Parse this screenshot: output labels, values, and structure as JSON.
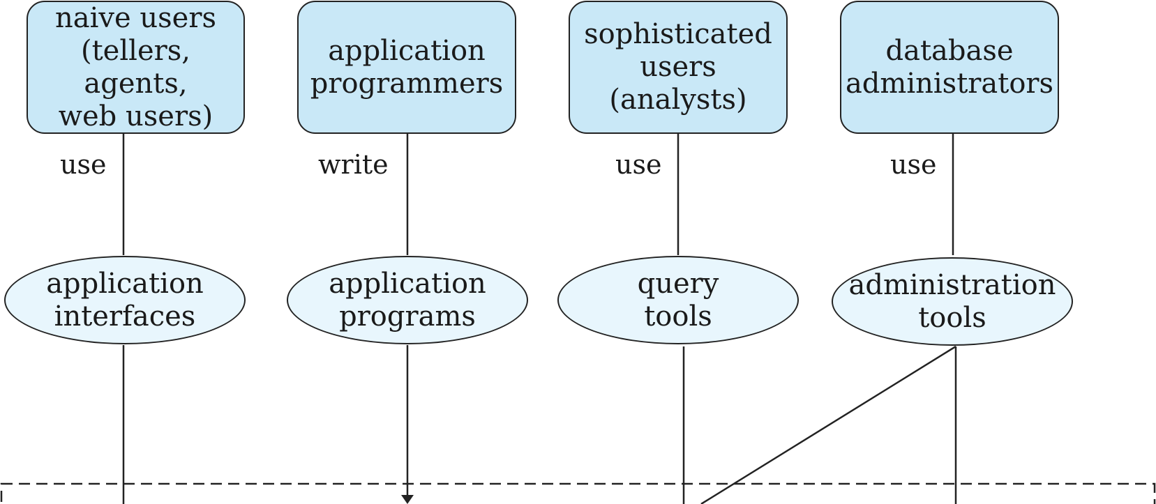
{
  "users": [
    {
      "name": "naive-users",
      "lines": [
        "naive users",
        "(tellers, agents,",
        "web users)"
      ]
    },
    {
      "name": "application-programmers",
      "lines": [
        "application",
        "programmers"
      ]
    },
    {
      "name": "sophisticated-users",
      "lines": [
        "sophisticated",
        "users",
        "(analysts)"
      ]
    },
    {
      "name": "database-administrators",
      "lines": [
        "database",
        "administrators"
      ]
    }
  ],
  "relations": [
    "use",
    "write",
    "use",
    "use"
  ],
  "tools": [
    {
      "name": "application-interfaces",
      "lines": [
        "application",
        "interfaces"
      ]
    },
    {
      "name": "application-programs",
      "lines": [
        "application",
        "programs"
      ]
    },
    {
      "name": "query-tools",
      "lines": [
        "query",
        "tools"
      ]
    },
    {
      "name": "administration-tools",
      "lines": [
        "administration",
        "tools"
      ]
    }
  ]
}
